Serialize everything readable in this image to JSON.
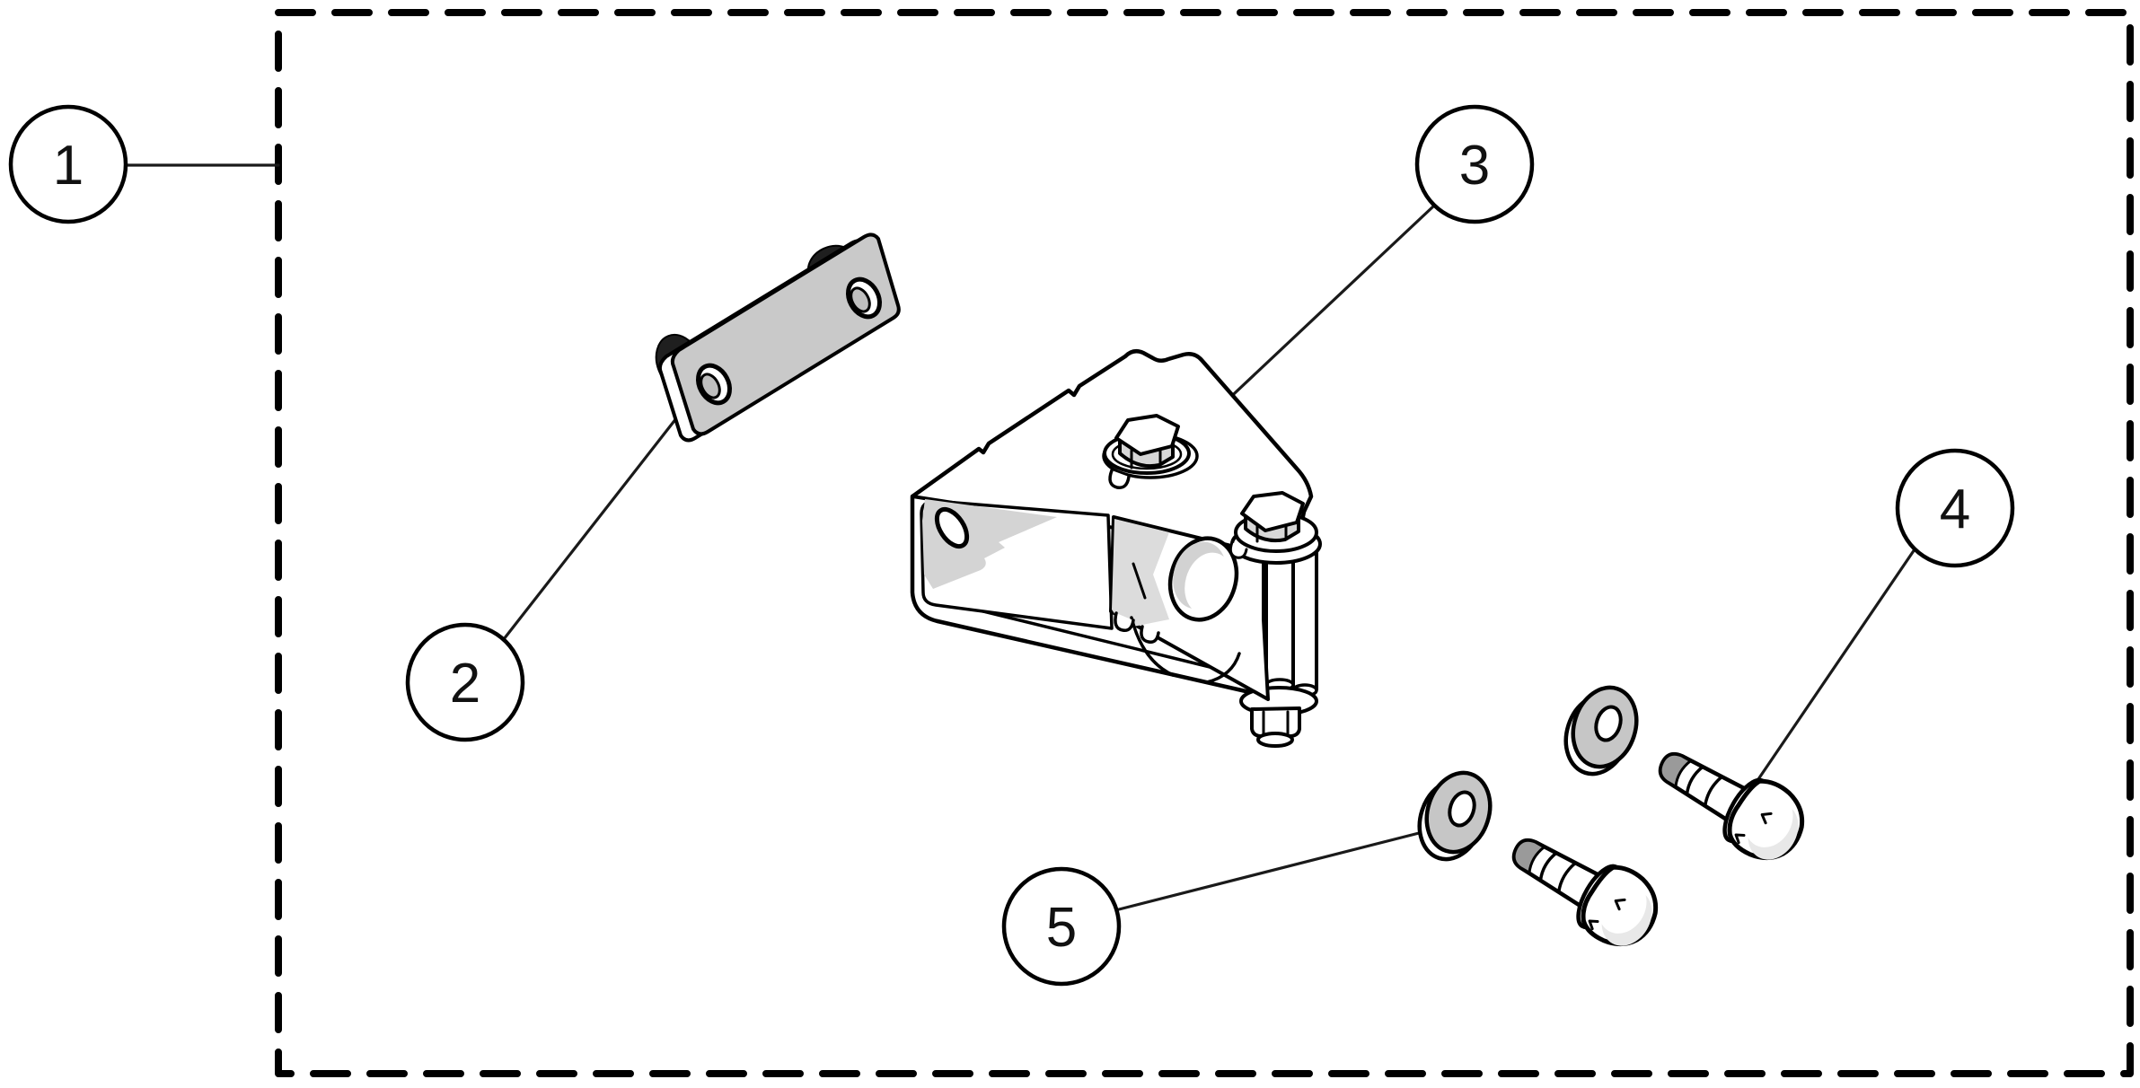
{
  "figure": {
    "kind": "exploded-parts-diagram",
    "background_color": "#ffffff",
    "line_color": "#000000",
    "metal_gray": "#c9c9c9",
    "shade_gray": "#d6d6d6",
    "dark_accent": "#1f1f1f",
    "boundary": {
      "style": "dashed",
      "callout_number": "1"
    },
    "callouts": [
      {
        "number": "1",
        "part": "kit-boundary-box"
      },
      {
        "number": "2",
        "part": "backing-plate"
      },
      {
        "number": "3",
        "part": "mount-bracket-assembly"
      },
      {
        "number": "4",
        "part": "hex-flange-bolt"
      },
      {
        "number": "5",
        "part": "flat-washer"
      }
    ]
  }
}
